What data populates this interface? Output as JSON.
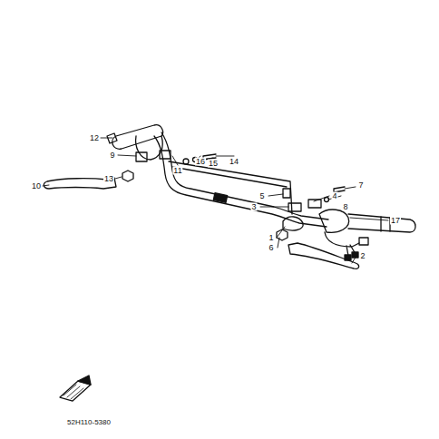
{
  "diagram": {
    "labels": [
      "12",
      "9",
      "13",
      "11",
      "16",
      "15",
      "14",
      "10",
      "5",
      "3",
      "4",
      "8",
      "7",
      "17",
      "1",
      "6",
      "2",
      "52H110-5380"
    ]
  }
}
